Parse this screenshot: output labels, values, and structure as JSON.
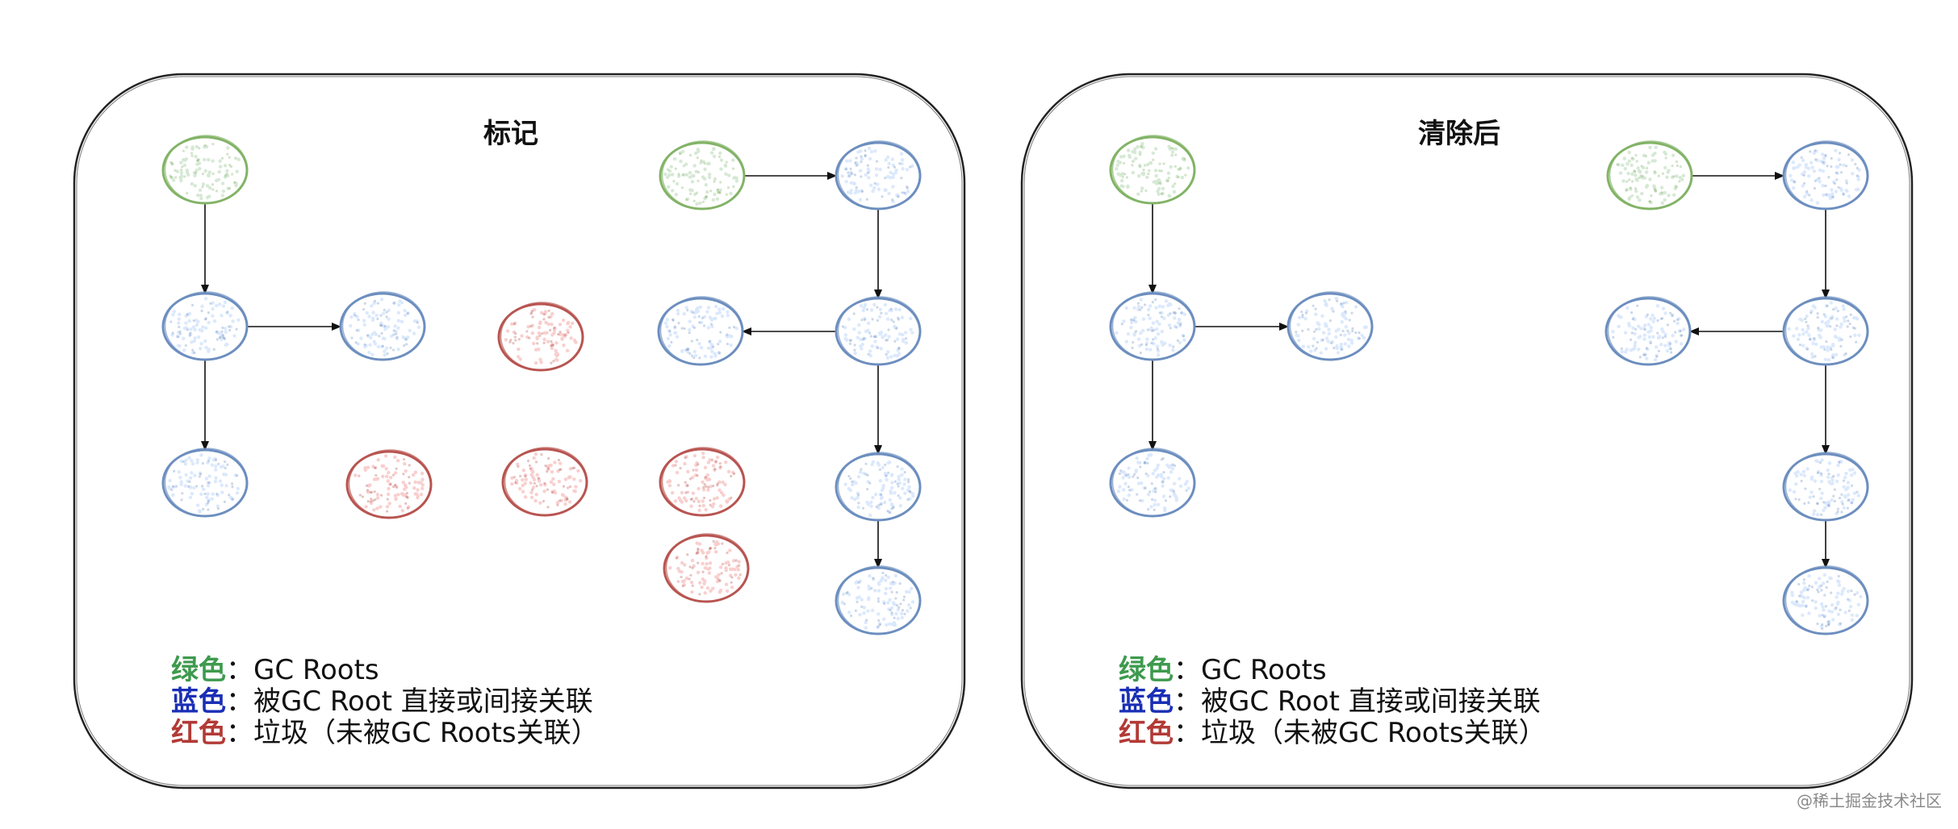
{
  "colors": {
    "green_stroke": "#82b366",
    "green_fill": "#d5e8d4",
    "blue_stroke": "#6c8ebf",
    "blue_fill": "#dae8fc",
    "red_stroke": "#b85450",
    "red_fill": "#f8cecc",
    "legend_green": "#3e9a4e",
    "legend_blue": "#1a2fb5",
    "legend_red": "#b23a36"
  },
  "panels": [
    {
      "title": "标记",
      "nodes": [
        {
          "id": "g1",
          "kind": "green"
        },
        {
          "id": "b1",
          "kind": "blue"
        },
        {
          "id": "b2",
          "kind": "blue"
        },
        {
          "id": "b3",
          "kind": "blue"
        },
        {
          "id": "r1",
          "kind": "red"
        },
        {
          "id": "r2",
          "kind": "red"
        },
        {
          "id": "r3",
          "kind": "red"
        },
        {
          "id": "r4",
          "kind": "red"
        },
        {
          "id": "r5",
          "kind": "red"
        },
        {
          "id": "g2",
          "kind": "green"
        },
        {
          "id": "b4",
          "kind": "blue"
        },
        {
          "id": "b5",
          "kind": "blue"
        },
        {
          "id": "b6",
          "kind": "blue"
        },
        {
          "id": "b7",
          "kind": "blue"
        },
        {
          "id": "b8",
          "kind": "blue"
        }
      ],
      "edges": [
        [
          "g1",
          "b1"
        ],
        [
          "b1",
          "b2"
        ],
        [
          "b1",
          "b3"
        ],
        [
          "g2",
          "b4"
        ],
        [
          "b4",
          "b5"
        ],
        [
          "b5",
          "b6"
        ],
        [
          "b5",
          "b7"
        ],
        [
          "b7",
          "b8"
        ]
      ]
    },
    {
      "title": "清除后",
      "nodes": [
        {
          "id": "g1",
          "kind": "green"
        },
        {
          "id": "b1",
          "kind": "blue"
        },
        {
          "id": "b2",
          "kind": "blue"
        },
        {
          "id": "b3",
          "kind": "blue"
        },
        {
          "id": "g2",
          "kind": "green"
        },
        {
          "id": "b4",
          "kind": "blue"
        },
        {
          "id": "b5",
          "kind": "blue"
        },
        {
          "id": "b6",
          "kind": "blue"
        },
        {
          "id": "b7",
          "kind": "blue"
        },
        {
          "id": "b8",
          "kind": "blue"
        }
      ],
      "edges": [
        [
          "g1",
          "b1"
        ],
        [
          "b1",
          "b2"
        ],
        [
          "b1",
          "b3"
        ],
        [
          "g2",
          "b4"
        ],
        [
          "b4",
          "b5"
        ],
        [
          "b5",
          "b6"
        ],
        [
          "b5",
          "b7"
        ],
        [
          "b7",
          "b8"
        ]
      ]
    }
  ],
  "legend": {
    "green_key": "绿色",
    "green_text": "：GC Roots",
    "blue_key": "蓝色",
    "blue_text": "：被GC Root 直接或间接关联",
    "red_key": "红色",
    "red_text": "：垃圾（未被GC Roots关联）"
  },
  "watermark": "@稀土掘金技术社区"
}
